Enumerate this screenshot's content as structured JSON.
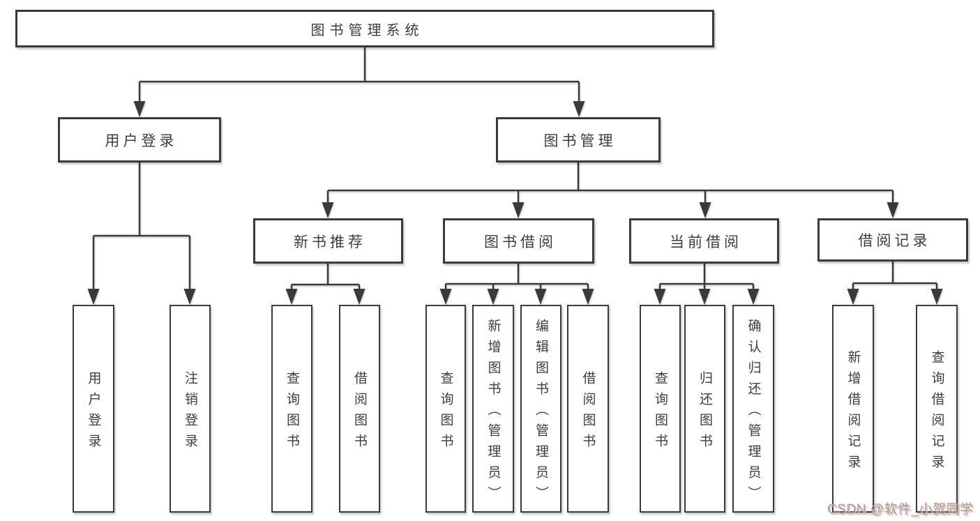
{
  "diagram": {
    "root": {
      "label": "图书管理系统"
    },
    "level2": [
      {
        "label": "用户登录"
      },
      {
        "label": "图书管理"
      }
    ],
    "level3": [
      {
        "label": "新书推荐"
      },
      {
        "label": "图书借阅"
      },
      {
        "label": "当前借阅"
      },
      {
        "label": "借阅记录"
      }
    ],
    "leaves": [
      {
        "label": "用户登录"
      },
      {
        "label": "注销登录"
      },
      {
        "label": "查询图书"
      },
      {
        "label": "借阅图书"
      },
      {
        "label": "查询图书"
      },
      {
        "label": "新增图书（管理员）"
      },
      {
        "label": "编辑图书（管理员）"
      },
      {
        "label": "借阅图书"
      },
      {
        "label": "查询图书"
      },
      {
        "label": "归还图书"
      },
      {
        "label": "确认归还（管理员）"
      },
      {
        "label": "新增借阅记录"
      },
      {
        "label": "查询借阅记录"
      }
    ]
  },
  "watermark": {
    "text": "CSDN @软件_小贺同学"
  },
  "colors": {
    "line": "#3a3a3a",
    "text": "#3d3d3d",
    "watermark": "#9e9e9e",
    "watermark_shadow": "#f2b4ae",
    "background": "#ffffff"
  }
}
